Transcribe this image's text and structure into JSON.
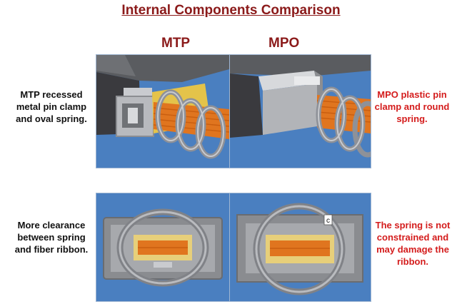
{
  "title": "Internal Components Comparison",
  "columns": {
    "left": "MTP",
    "right": "MPO"
  },
  "captions": {
    "top_left": "MTP recessed metal pin clamp and oval spring.",
    "top_right": "MPO plastic pin clamp and round spring.",
    "bottom_left": "More clearance between spring and fiber ribbon.",
    "bottom_right": "The spring is not constrained and may damage the ribbon."
  },
  "corner_label": "c",
  "colors": {
    "title": "#8b1a1a",
    "warning_text": "#d41c1c",
    "panel_bg": "#4a7fc0",
    "spring": "#8e9198",
    "ribbon": "#e0751f",
    "clamp_metal": "#b8babe",
    "housing": "#3a3a3e"
  }
}
